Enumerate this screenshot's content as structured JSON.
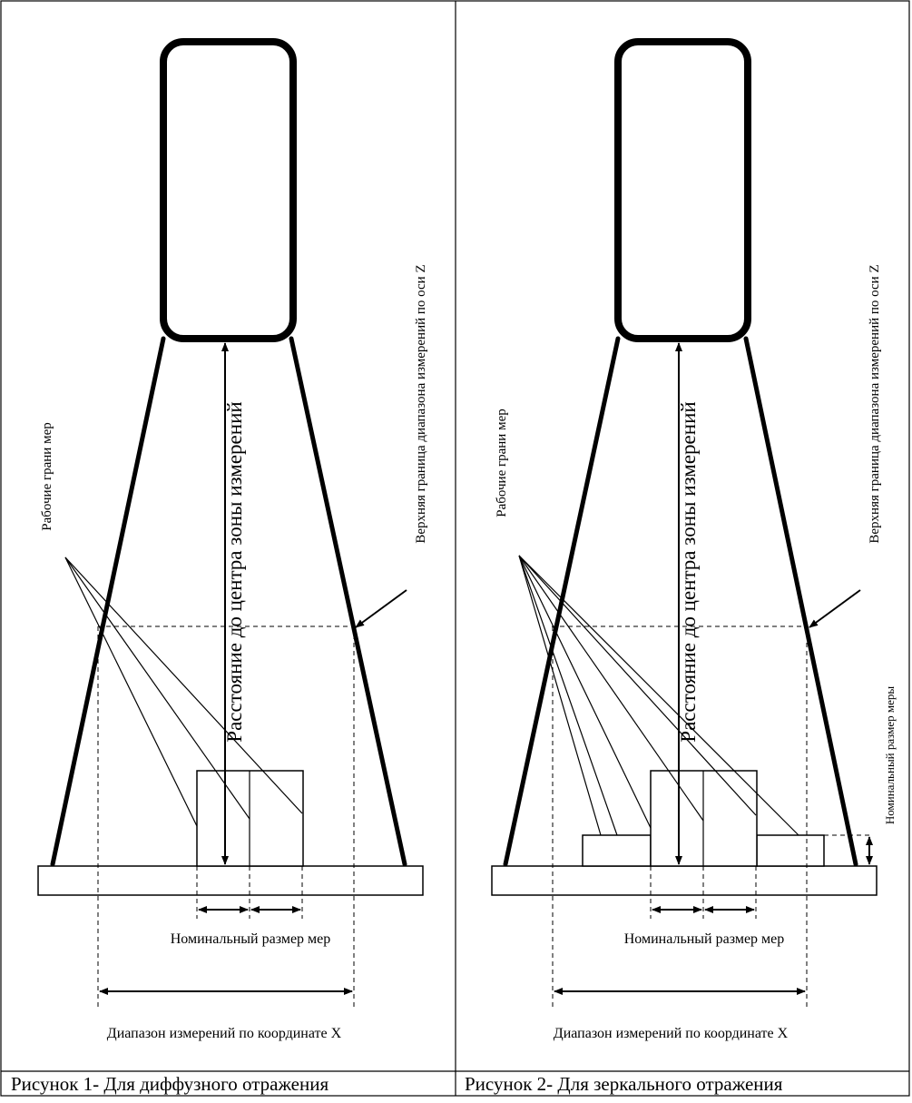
{
  "figure1": {
    "vertical_label": "Расстояние до центра зоны измерений",
    "faces_label": "Рабочие грани мер",
    "upper_bound_label": "Верхняя граница диапазона измерений по оси  Z",
    "nominal_label": "Номинальный размер мер",
    "range_label": "Диапазон измерений  по координате X",
    "caption": "Рисунок 1- Для диффузного отражения"
  },
  "figure2": {
    "vertical_label": "Расстояние до центра зоны измерений",
    "faces_label": "Рабочие грани мер",
    "upper_bound_label": "Верхняя граница диапазона измерений по оси  Z",
    "nominal_label": "Номинальный размер мер",
    "side_label": "Номинальный размер меры",
    "range_label": "Диапазон измерений  по координате X",
    "caption": "Рисунок 2- Для зеркального отражения"
  }
}
